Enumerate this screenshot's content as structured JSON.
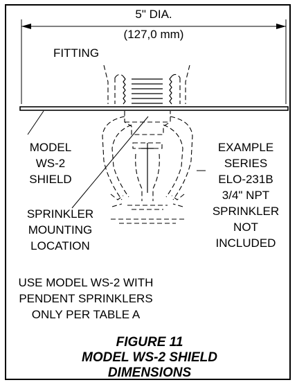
{
  "dimension": {
    "diameter": "5\" DIA.",
    "metric": "(127,0 mm)"
  },
  "labels": {
    "fitting": "FITTING",
    "shield": [
      "MODEL",
      "WS-2",
      "SHIELD"
    ],
    "example": [
      "EXAMPLE",
      "SERIES",
      "ELO-231B",
      "3/4\" NPT",
      "SPRINKLER",
      "NOT",
      "INCLUDED"
    ],
    "mounting": [
      "SPRINKLER",
      "MOUNTING",
      "LOCATION"
    ],
    "note": [
      "USE MODEL WS-2 WITH",
      "PENDENT SPRINKLERS",
      "ONLY PER TABLE A"
    ]
  },
  "caption": [
    "FIGURE 11",
    "MODEL WS-2 SHIELD",
    "DIMENSIONS"
  ]
}
